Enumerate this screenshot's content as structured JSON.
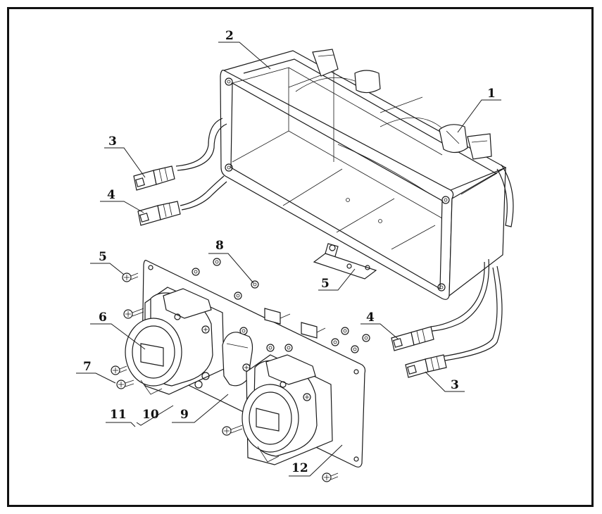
{
  "callouts": {
    "c1": "1",
    "c2": "2",
    "c3_left": "3",
    "c4_left": "4",
    "c5_left": "5",
    "c5_bracket": "5",
    "c6": "6",
    "c7": "7",
    "c8": "8",
    "c9": "9",
    "c10": "10",
    "c11": "11",
    "c12": "12",
    "c4_right": "4",
    "c3_right": "3"
  },
  "colors": {
    "line": "#1a1a1a",
    "frame": "#111111",
    "background": "#ffffff"
  }
}
